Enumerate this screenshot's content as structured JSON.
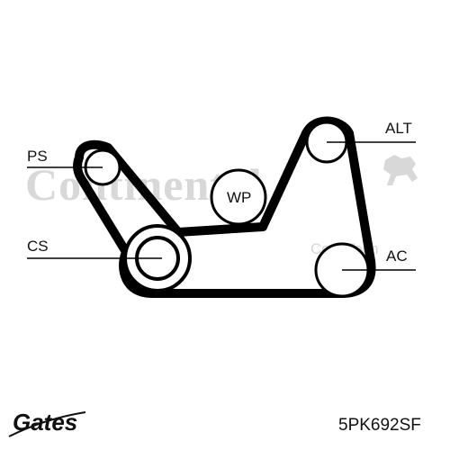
{
  "watermark": {
    "brand": "Continental",
    "sub": "ContiTech"
  },
  "pulleys": {
    "ps": "PS",
    "cs": "CS",
    "wp": "WP",
    "alt": "ALT",
    "ac": "AC"
  },
  "footer": {
    "logo": "Gates",
    "part_number": "5PK692SF"
  },
  "colors": {
    "belt": "#000000",
    "watermark": "#d8d8d8",
    "text": "#111111"
  }
}
